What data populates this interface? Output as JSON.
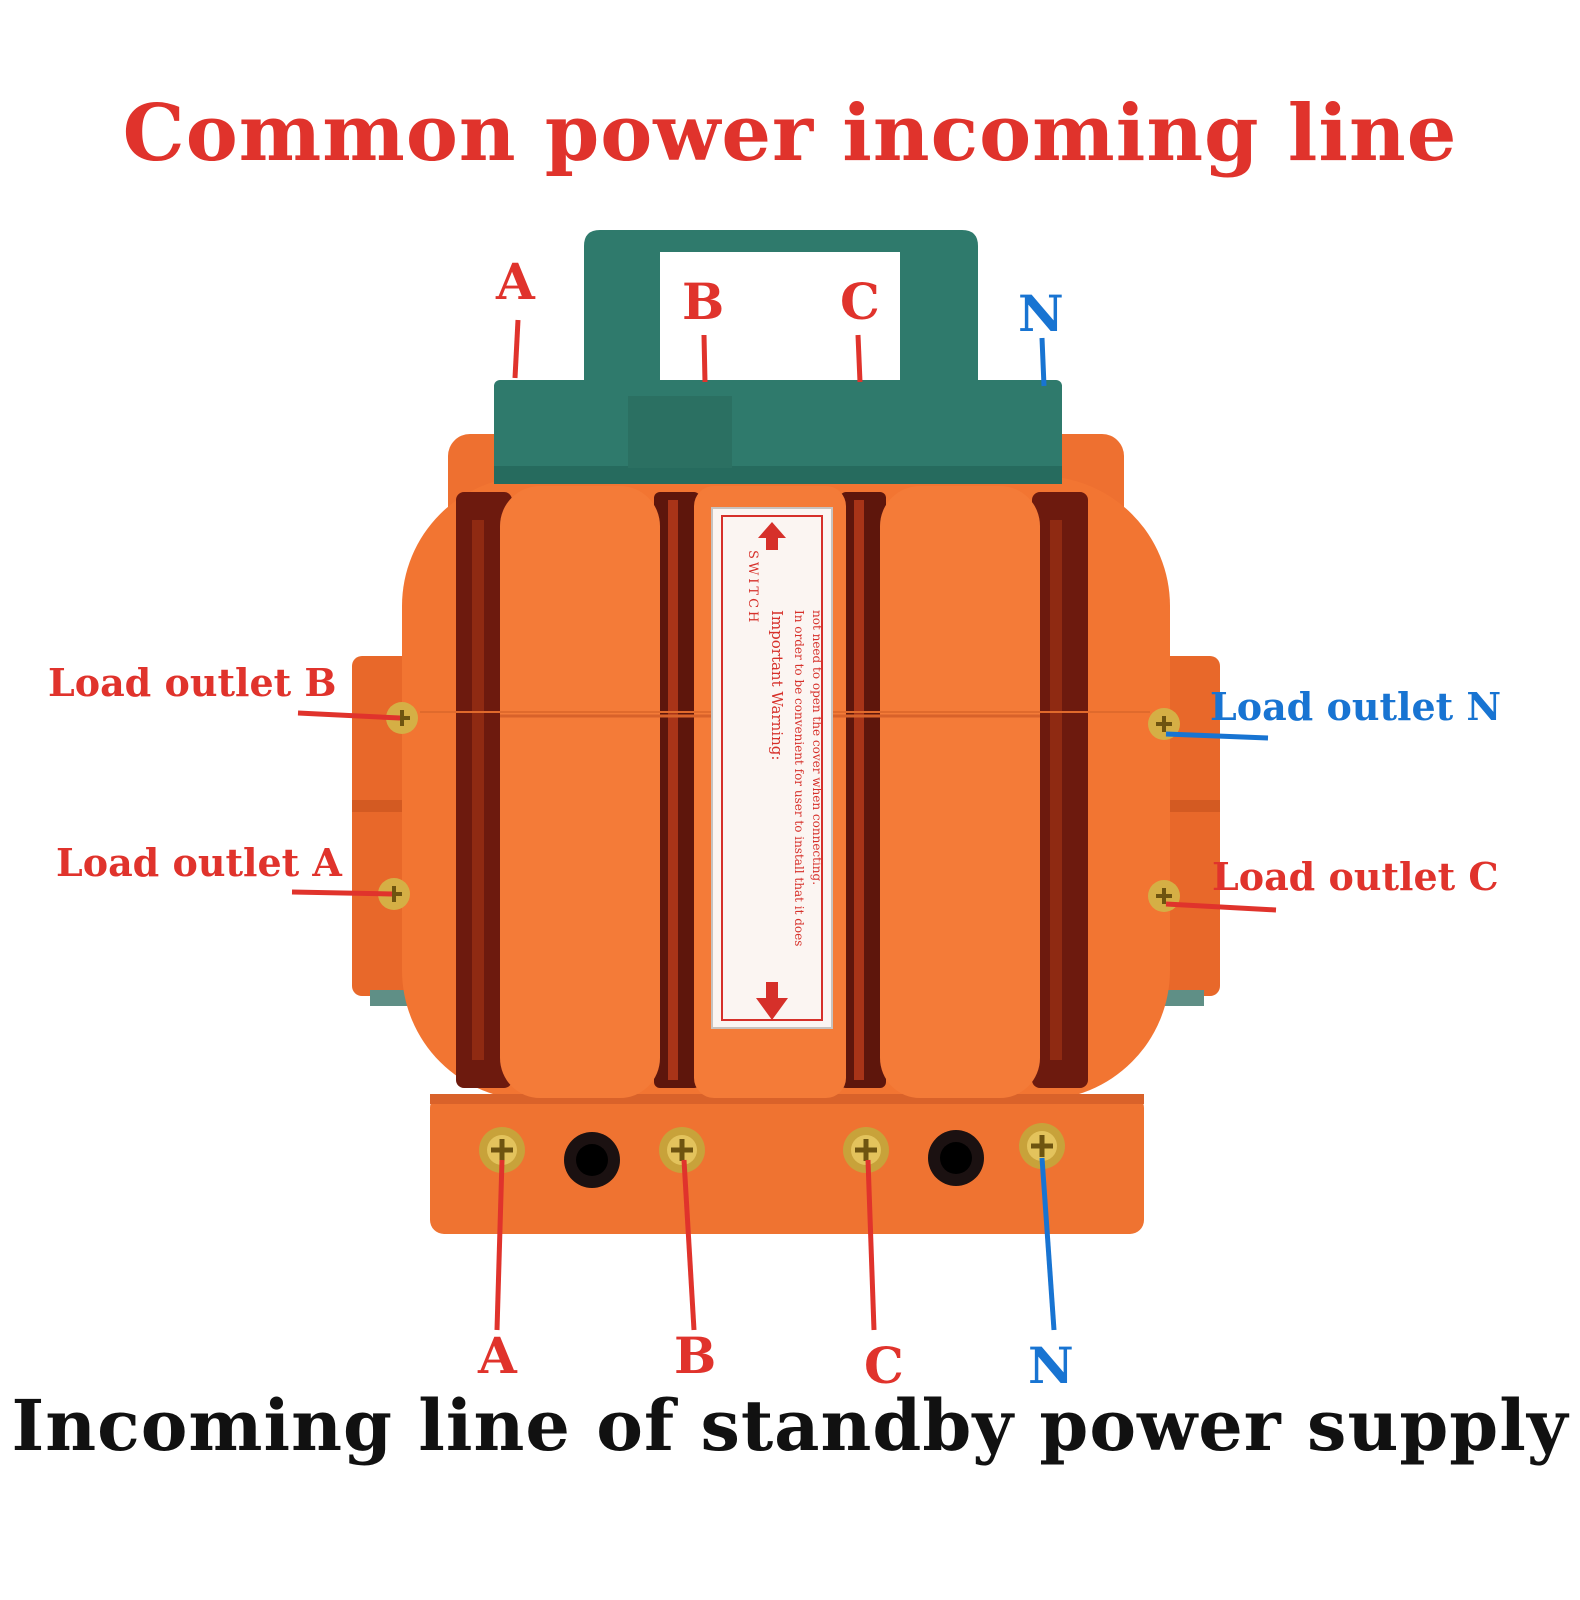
{
  "titles": {
    "top": "Common power incoming line",
    "bottom": "Incoming line of standby power supply"
  },
  "top_phases": {
    "a": "A",
    "b": "B",
    "c": "C",
    "n": "N"
  },
  "bottom_phases": {
    "a": "A",
    "b": "B",
    "c": "C",
    "n": "N"
  },
  "outlets": {
    "left_upper": "Load outlet B",
    "left_lower": "Load outlet A",
    "right_upper": "Load outlet N",
    "right_lower": "Load outlet C"
  },
  "sticker": {
    "heading": "SWITCH",
    "line1": "Important Warning:",
    "line2": "In order to be convenient for user to install that it does",
    "line3": "not need to open the cover when connecting."
  },
  "colors": {
    "phase_red": "#e0332c",
    "neutral_blue": "#1874d2",
    "housing_orange": "#f07330",
    "handle_green": "#2f7a6c",
    "title_black": "#111111"
  }
}
